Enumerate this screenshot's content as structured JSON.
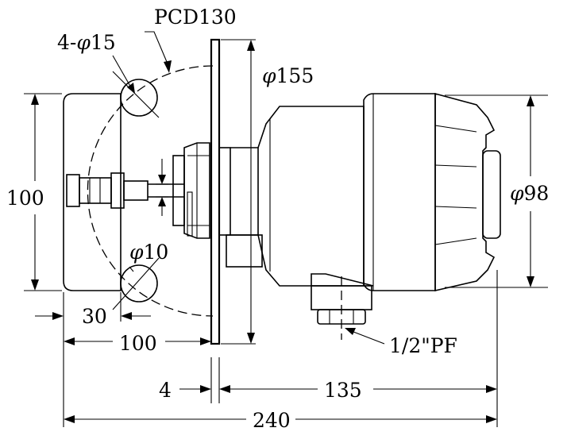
{
  "labels": {
    "pcd": "PCD130",
    "hole_count": "4-",
    "hole_symbol": "φ",
    "hole_dia": "15",
    "flange_symbol": "φ",
    "flange_dia": "155",
    "housing_symbol": "φ",
    "housing_dia": "98",
    "shaft_symbol": "φ",
    "shaft_dia": "10",
    "paddle_height": "100",
    "paddle_width": "30",
    "paddle_length": "100",
    "flange_thickness": "4",
    "housing_length": "135",
    "overall_length": "240",
    "conduit_thread": "1/2\"PF"
  }
}
